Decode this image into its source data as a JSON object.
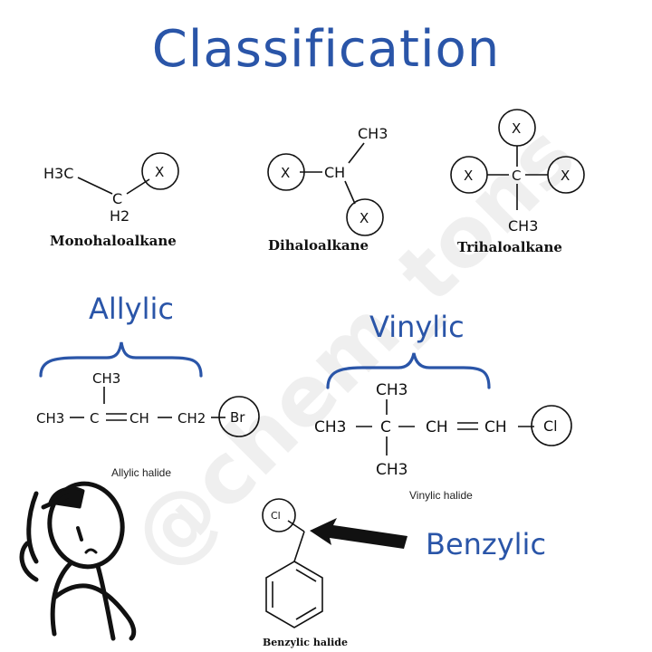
{
  "title": "Classification",
  "colors": {
    "accent": "#2a55a8",
    "ink": "#111111",
    "watermark": "#ebebeb"
  },
  "watermark": "@chem_tons",
  "top_row": [
    {
      "label": "Monohaloalkane",
      "atoms": {
        "h3c": "H3C",
        "c": "C",
        "h2": "H2",
        "x": "X"
      }
    },
    {
      "label": "Dihaloalkane",
      "atoms": {
        "ch3": "CH3",
        "ch": "CH",
        "x1": "X",
        "x2": "X"
      }
    },
    {
      "label": "Trihaloalkane",
      "atoms": {
        "x_top": "X",
        "x_left": "X",
        "x_right": "X",
        "c": "C",
        "ch3": "CH3"
      }
    }
  ],
  "allylic": {
    "heading": "Allylic",
    "caption": "Allylic halide",
    "atoms": {
      "ch3_top": "CH3",
      "ch3_left": "CH3",
      "c": "C",
      "ch": "CH",
      "ch2": "CH2",
      "br": "Br"
    }
  },
  "vinylic": {
    "heading": "Vinylic",
    "caption": "Vinylic halide",
    "atoms": {
      "ch3_top": "CH3",
      "ch3_left": "CH3",
      "c": "C",
      "ch1": "CH",
      "ch2": "CH",
      "cl": "Cl",
      "ch3_bottom": "CH3"
    }
  },
  "benzylic": {
    "heading": "Benzylic",
    "caption": "Benzylic halide",
    "atoms": {
      "cl": "Cl"
    }
  }
}
